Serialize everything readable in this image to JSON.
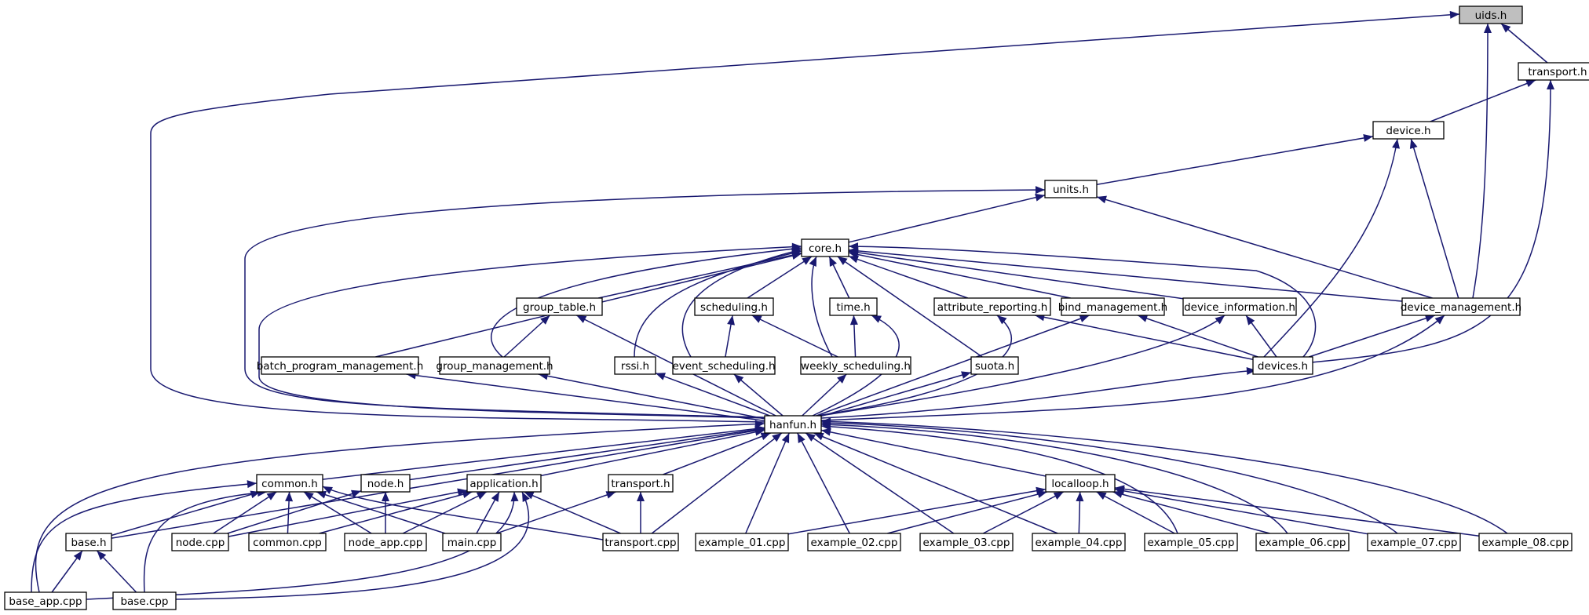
{
  "graph": {
    "type": "include-dependency-graph",
    "colors": {
      "edge": "#191970",
      "root_fill": "#bfbfbf",
      "node_fill": "#ffffff",
      "border": "#000000"
    },
    "root": "uids.h",
    "nodes": [
      {
        "id": "uids",
        "label": "uids.h"
      },
      {
        "id": "transport",
        "label": "transport.h"
      },
      {
        "id": "device",
        "label": "device.h"
      },
      {
        "id": "units",
        "label": "units.h"
      },
      {
        "id": "core",
        "label": "core.h"
      },
      {
        "id": "group_table",
        "label": "group_table.h"
      },
      {
        "id": "scheduling",
        "label": "scheduling.h"
      },
      {
        "id": "time",
        "label": "time.h"
      },
      {
        "id": "attribute_reporting",
        "label": "attribute_reporting.h"
      },
      {
        "id": "bind_management",
        "label": "bind_management.h"
      },
      {
        "id": "device_information",
        "label": "device_information.h"
      },
      {
        "id": "device_management",
        "label": "device_management.h"
      },
      {
        "id": "batch_program_management",
        "label": "batch_program_management.h"
      },
      {
        "id": "group_management",
        "label": "group_management.h"
      },
      {
        "id": "rssi",
        "label": "rssi.h"
      },
      {
        "id": "event_scheduling",
        "label": "event_scheduling.h"
      },
      {
        "id": "weekly_scheduling",
        "label": "weekly_scheduling.h"
      },
      {
        "id": "suota",
        "label": "suota.h"
      },
      {
        "id": "devices",
        "label": "devices.h"
      },
      {
        "id": "hanfun",
        "label": "hanfun.h"
      },
      {
        "id": "common",
        "label": "common.h"
      },
      {
        "id": "node",
        "label": "node.h"
      },
      {
        "id": "application",
        "label": "application.h"
      },
      {
        "id": "transport2",
        "label": "transport.h"
      },
      {
        "id": "localloop",
        "label": "localloop.h"
      },
      {
        "id": "base",
        "label": "base.h"
      },
      {
        "id": "node_cpp",
        "label": "node.cpp"
      },
      {
        "id": "common_cpp",
        "label": "common.cpp"
      },
      {
        "id": "node_app_cpp",
        "label": "node_app.cpp"
      },
      {
        "id": "main_cpp",
        "label": "main.cpp"
      },
      {
        "id": "transport_cpp",
        "label": "transport.cpp"
      },
      {
        "id": "example_01",
        "label": "example_01.cpp"
      },
      {
        "id": "example_02",
        "label": "example_02.cpp"
      },
      {
        "id": "example_03",
        "label": "example_03.cpp"
      },
      {
        "id": "example_04",
        "label": "example_04.cpp"
      },
      {
        "id": "example_05",
        "label": "example_05.cpp"
      },
      {
        "id": "example_06",
        "label": "example_06.cpp"
      },
      {
        "id": "example_07",
        "label": "example_07.cpp"
      },
      {
        "id": "example_08",
        "label": "example_08.cpp"
      },
      {
        "id": "base_app_cpp",
        "label": "base_app.cpp"
      },
      {
        "id": "base_cpp",
        "label": "base.cpp"
      }
    ],
    "edges": [
      [
        "transport",
        "uids"
      ],
      [
        "device",
        "transport"
      ],
      [
        "units",
        "device"
      ],
      [
        "core",
        "units"
      ],
      [
        "hanfun",
        "uids"
      ],
      [
        "device_management",
        "uids"
      ],
      [
        "devices",
        "transport"
      ],
      [
        "devices",
        "device"
      ],
      [
        "device_management",
        "device"
      ],
      [
        "device_management",
        "units"
      ],
      [
        "hanfun",
        "units"
      ],
      [
        "group_table",
        "core"
      ],
      [
        "scheduling",
        "core"
      ],
      [
        "time",
        "core"
      ],
      [
        "attribute_reporting",
        "core"
      ],
      [
        "bind_management",
        "core"
      ],
      [
        "device_information",
        "core"
      ],
      [
        "device_management",
        "core"
      ],
      [
        "batch_program_management",
        "core"
      ],
      [
        "group_management",
        "core"
      ],
      [
        "rssi",
        "core"
      ],
      [
        "event_scheduling",
        "core"
      ],
      [
        "weekly_scheduling",
        "core"
      ],
      [
        "suota",
        "core"
      ],
      [
        "devices",
        "core"
      ],
      [
        "hanfun",
        "core"
      ],
      [
        "group_management",
        "group_table"
      ],
      [
        "hanfun",
        "group_table"
      ],
      [
        "event_scheduling",
        "scheduling"
      ],
      [
        "weekly_scheduling",
        "scheduling"
      ],
      [
        "weekly_scheduling",
        "time"
      ],
      [
        "hanfun",
        "time"
      ],
      [
        "devices",
        "attribute_reporting"
      ],
      [
        "hanfun",
        "attribute_reporting"
      ],
      [
        "devices",
        "bind_management"
      ],
      [
        "hanfun",
        "bind_management"
      ],
      [
        "devices",
        "device_information"
      ],
      [
        "hanfun",
        "device_information"
      ],
      [
        "devices",
        "device_management"
      ],
      [
        "hanfun",
        "device_management"
      ],
      [
        "hanfun",
        "batch_program_management"
      ],
      [
        "hanfun",
        "group_management"
      ],
      [
        "hanfun",
        "rssi"
      ],
      [
        "hanfun",
        "event_scheduling"
      ],
      [
        "hanfun",
        "weekly_scheduling"
      ],
      [
        "hanfun",
        "suota"
      ],
      [
        "hanfun",
        "devices"
      ],
      [
        "common",
        "hanfun"
      ],
      [
        "node",
        "hanfun"
      ],
      [
        "application",
        "hanfun"
      ],
      [
        "transport2",
        "hanfun"
      ],
      [
        "localloop",
        "hanfun"
      ],
      [
        "base",
        "hanfun"
      ],
      [
        "base_app_cpp",
        "hanfun"
      ],
      [
        "transport_cpp",
        "hanfun"
      ],
      [
        "example_01",
        "hanfun"
      ],
      [
        "example_02",
        "hanfun"
      ],
      [
        "example_03",
        "hanfun"
      ],
      [
        "example_04",
        "hanfun"
      ],
      [
        "example_05",
        "hanfun"
      ],
      [
        "example_06",
        "hanfun"
      ],
      [
        "example_07",
        "hanfun"
      ],
      [
        "example_08",
        "hanfun"
      ],
      [
        "base",
        "common"
      ],
      [
        "node_cpp",
        "common"
      ],
      [
        "common_cpp",
        "common"
      ],
      [
        "node_app_cpp",
        "common"
      ],
      [
        "main_cpp",
        "common"
      ],
      [
        "transport_cpp",
        "common"
      ],
      [
        "base_app_cpp",
        "common"
      ],
      [
        "base_cpp",
        "common"
      ],
      [
        "node_cpp",
        "node"
      ],
      [
        "node_app_cpp",
        "node"
      ],
      [
        "node_cpp",
        "application"
      ],
      [
        "common_cpp",
        "application"
      ],
      [
        "node_app_cpp",
        "application"
      ],
      [
        "main_cpp",
        "application"
      ],
      [
        "transport_cpp",
        "application"
      ],
      [
        "base_app_cpp",
        "application"
      ],
      [
        "base_cpp",
        "application"
      ],
      [
        "main_cpp",
        "transport2"
      ],
      [
        "transport_cpp",
        "transport2"
      ],
      [
        "example_01",
        "localloop"
      ],
      [
        "example_02",
        "localloop"
      ],
      [
        "example_03",
        "localloop"
      ],
      [
        "example_04",
        "localloop"
      ],
      [
        "example_05",
        "localloop"
      ],
      [
        "example_06",
        "localloop"
      ],
      [
        "example_07",
        "localloop"
      ],
      [
        "example_08",
        "localloop"
      ],
      [
        "base_app_cpp",
        "base"
      ],
      [
        "base_cpp",
        "base"
      ]
    ]
  }
}
